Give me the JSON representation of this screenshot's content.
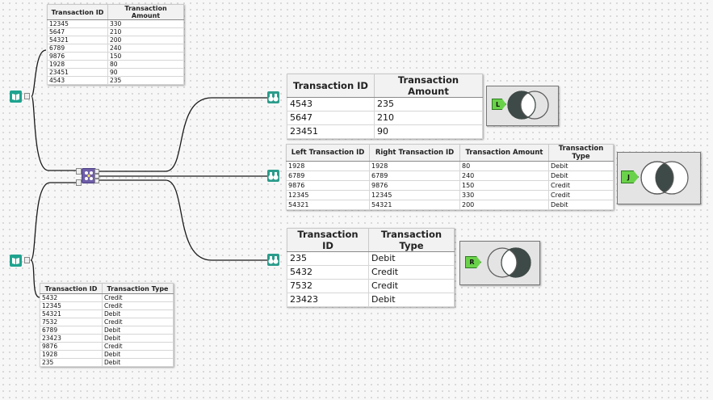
{
  "left_table": {
    "headers": [
      "Transaction ID",
      "Transaction Amount"
    ],
    "rows": [
      [
        "12345",
        "330"
      ],
      [
        "5647",
        "210"
      ],
      [
        "54321",
        "200"
      ],
      [
        "6789",
        "240"
      ],
      [
        "9876",
        "150"
      ],
      [
        "1928",
        "80"
      ],
      [
        "23451",
        "90"
      ],
      [
        "4543",
        "235"
      ]
    ]
  },
  "right_table": {
    "headers": [
      "Transaction ID",
      "Transaction Type"
    ],
    "rows": [
      [
        "5432",
        "Credit"
      ],
      [
        "12345",
        "Credit"
      ],
      [
        "54321",
        "Debit"
      ],
      [
        "7532",
        "Credit"
      ],
      [
        "6789",
        "Debit"
      ],
      [
        "23423",
        "Debit"
      ],
      [
        "9876",
        "Credit"
      ],
      [
        "1928",
        "Debit"
      ],
      [
        "235",
        "Debit"
      ]
    ]
  },
  "l_output": {
    "headers": [
      "Transaction ID",
      "Transaction Amount"
    ],
    "rows": [
      [
        "4543",
        "235"
      ],
      [
        "5647",
        "210"
      ],
      [
        "23451",
        "90"
      ]
    ],
    "tag": "L"
  },
  "j_output": {
    "headers": [
      "Left Transaction ID",
      "Right Transaction ID",
      "Transaction Amount",
      "Transaction Type"
    ],
    "rows": [
      [
        "1928",
        "1928",
        "80",
        "Debit"
      ],
      [
        "6789",
        "6789",
        "240",
        "Debit"
      ],
      [
        "9876",
        "9876",
        "150",
        "Credit"
      ],
      [
        "12345",
        "12345",
        "330",
        "Credit"
      ],
      [
        "54321",
        "54321",
        "200",
        "Debit"
      ]
    ],
    "tag": "J"
  },
  "r_output": {
    "headers": [
      "Transaction ID",
      "Transaction Type"
    ],
    "rows": [
      [
        "235",
        "Debit"
      ],
      [
        "5432",
        "Credit"
      ],
      [
        "7532",
        "Credit"
      ],
      [
        "23423",
        "Debit"
      ]
    ],
    "tag": "R"
  },
  "colors": {
    "venn_fill": "#3e4a47",
    "tag_green": "#6ad24a",
    "input_tool": "#1fa38f",
    "join_tool": "#6f5ea8"
  },
  "icons": [
    "input-data-icon",
    "join-tool-icon",
    "browse-icon"
  ]
}
